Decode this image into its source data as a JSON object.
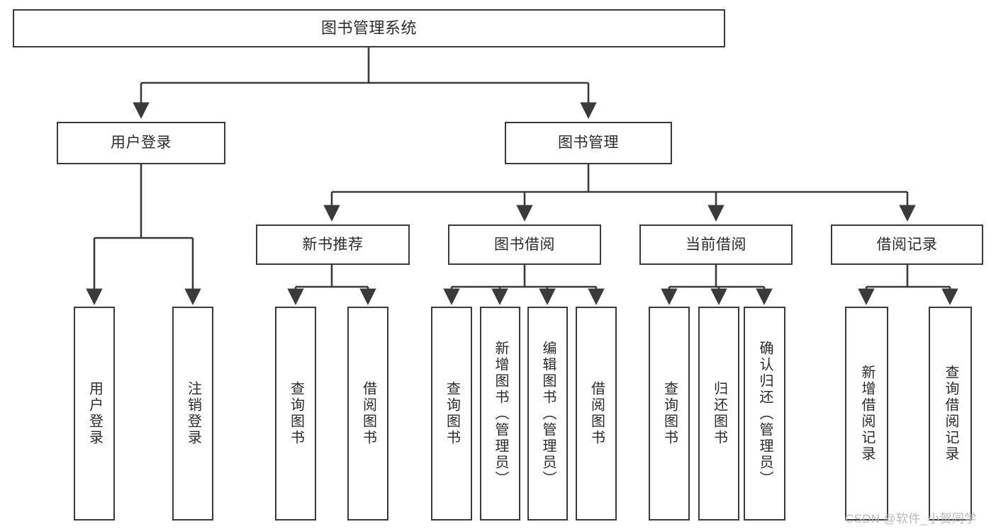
{
  "diagram": {
    "title": "图书管理系统",
    "type": "tree",
    "background": "#ffffff",
    "line_color": "#3a3a3a",
    "text_color": "#2b2b2b"
  },
  "root": {
    "label": "图书管理系统"
  },
  "level1": [
    {
      "label": "用户登录"
    },
    {
      "label": "图书管理"
    }
  ],
  "level2": [
    {
      "label": "新书推荐"
    },
    {
      "label": "图书借阅"
    },
    {
      "label": "当前借阅"
    },
    {
      "label": "借阅记录"
    }
  ],
  "leaves": {
    "user_login": [
      {
        "label": "用户登录"
      },
      {
        "label": "注销登录"
      }
    ],
    "new_book_recommend": [
      {
        "label": "查询图书"
      },
      {
        "label": "借阅图书"
      }
    ],
    "book_borrow": [
      {
        "label": "查询图书"
      },
      {
        "label": "新增图书（管理员）"
      },
      {
        "label": "编辑图书（管理员）"
      },
      {
        "label": "借阅图书"
      }
    ],
    "current_borrow": [
      {
        "label": "查询图书"
      },
      {
        "label": "归还图书"
      },
      {
        "label": "确认归还（管理员）"
      }
    ],
    "borrow_record": [
      {
        "label": "新增借阅记录"
      },
      {
        "label": "查询借阅记录"
      }
    ]
  },
  "watermark": {
    "text": "CSDN @软件_小贺同学"
  }
}
